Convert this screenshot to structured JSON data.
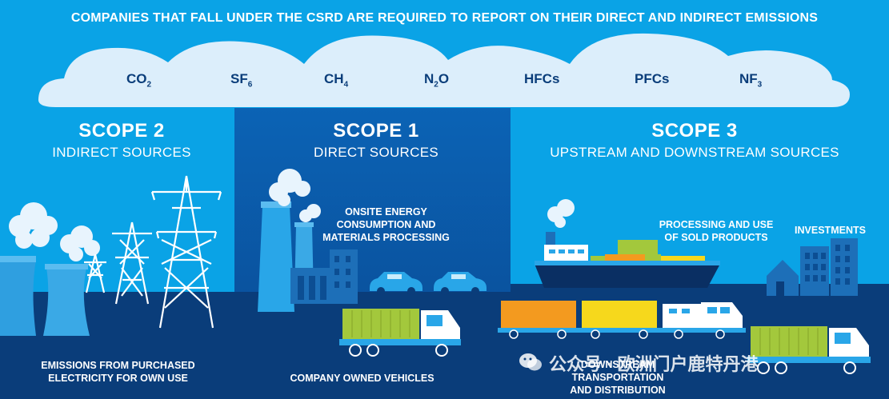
{
  "headline": "COMPANIES THAT FALL UNDER THE CSRD ARE REQUIRED TO REPORT ON THEIR DIRECT AND INDIRECT EMISSIONS",
  "gases": [
    {
      "base": "CO",
      "sub": "2"
    },
    {
      "base": "SF",
      "sub": "6"
    },
    {
      "base": "CH",
      "sub": "4"
    },
    {
      "base": "N",
      "sub": "2",
      "tail": "O"
    },
    {
      "base": "HFCs",
      "sub": ""
    },
    {
      "base": "PFCs",
      "sub": ""
    },
    {
      "base": "NF",
      "sub": "3"
    }
  ],
  "scope2": {
    "title": "SCOPE 2",
    "subtitle": "INDIRECT SOURCES",
    "label_line1": "EMISSIONS FROM PURCHASED",
    "label_line2": "ELECTRICITY FOR OWN USE"
  },
  "scope1": {
    "title": "SCOPE 1",
    "subtitle": "DIRECT SOURCES",
    "energy_line1": "ONSITE ENERGY",
    "energy_line2": "CONSUMPTION AND",
    "energy_line3": "MATERIALS PROCESSING",
    "vehicles_label": "COMPANY OWNED VEHICLES"
  },
  "scope3": {
    "title": "SCOPE 3",
    "subtitle": "UPSTREAM AND DOWNSTREAM SOURCES",
    "processing_line1": "PROCESSING AND USE",
    "processing_line2": "OF SOLD PRODUCTS",
    "investments": "INVESTMENTS",
    "transport_line1": "DOWNSTREAM TRANSPORTATION",
    "transport_line2": "AND DISTRIBUTION"
  },
  "watermark": "公众号 · 欧洲门户鹿特丹港",
  "colors": {
    "sky": "#0aa3e6",
    "panel_mid": "#0b63b5",
    "ground": "#0a3d7a",
    "cloud": "#dceefb",
    "lime": "#a3c83c",
    "orange": "#f39a1f",
    "yellow": "#f6d81c",
    "teal": "#29b6e8"
  }
}
